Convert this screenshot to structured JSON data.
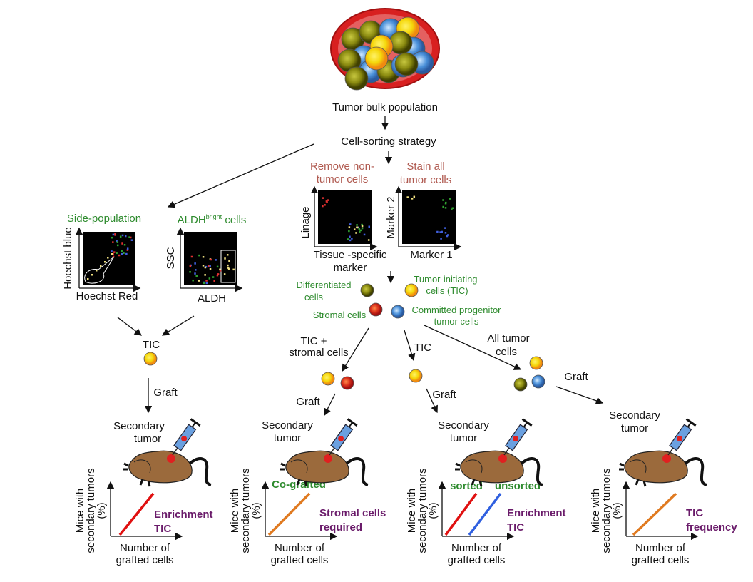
{
  "top": {
    "tumor_label": "Tumor bulk population",
    "strategy_label": "Cell-sorting strategy"
  },
  "left": {
    "side_population": "Side-population",
    "aldh_title": "ALDH",
    "aldh_sup": "bright",
    "aldh_suffix": " cells",
    "hoechst_blue": "Hoechst blue",
    "hoechst_red": "Hoechst Red",
    "ssc": "SSC",
    "aldh_axis": "ALDH",
    "tic": "TIC",
    "graft": "Graft",
    "secondary_1": "Secondary",
    "secondary_2": "tumor"
  },
  "center": {
    "remove_1": "Remove non-",
    "remove_2": "tumor cells",
    "stain_1": "Stain all",
    "stain_2": "tumor cells",
    "linage": "Linage",
    "tissue_1": "Tissue -specific",
    "tissue_2": "marker",
    "marker2": "Marker 2",
    "marker1": "Marker 1"
  },
  "legend": {
    "differentiated_1": "Differentiated",
    "differentiated_2": "cells",
    "tic_1": "Tumor-initiating",
    "tic_2": "cells (TIC)",
    "stromal": "Stromal cells",
    "committed_1": "Committed progenitor",
    "committed_2": "tumor cells"
  },
  "branches": {
    "tic_stromal_1": "TIC +",
    "tic_stromal_2": "stromal cells",
    "tic": "TIC",
    "all_1": "All tumor",
    "all_2": "cells",
    "graft": "Graft"
  },
  "charts": {
    "ylabel_1": "Mice with",
    "ylabel_2": "secondary tumors",
    "ylabel_3": "(%)",
    "xlabel_1": "Number of",
    "xlabel_2": "grafted cells",
    "c1": {
      "r1": "Enrichment",
      "r2": "TIC"
    },
    "c2": {
      "top": "Co-grafted",
      "r1": "Stromal cells",
      "r2": "required"
    },
    "c3": {
      "sorted": "sorted",
      "unsorted": "unsorted",
      "r1": "Enrichment",
      "r2": "TIC"
    },
    "c4": {
      "r1": "TIC",
      "r2": "frequency"
    }
  },
  "colors": {
    "green": "#2e8b2e",
    "purple": "#6a1b6a",
    "brown_text": "#b05a50",
    "tic": "#f5d80a",
    "stromal": "#d9301a",
    "committed": "#4a90d9",
    "differentiated": "#8a8a10",
    "mouse": "#9b6a3c",
    "line_red": "#e01010",
    "line_orange": "#e07a20",
    "line_blue": "#3060e0"
  }
}
